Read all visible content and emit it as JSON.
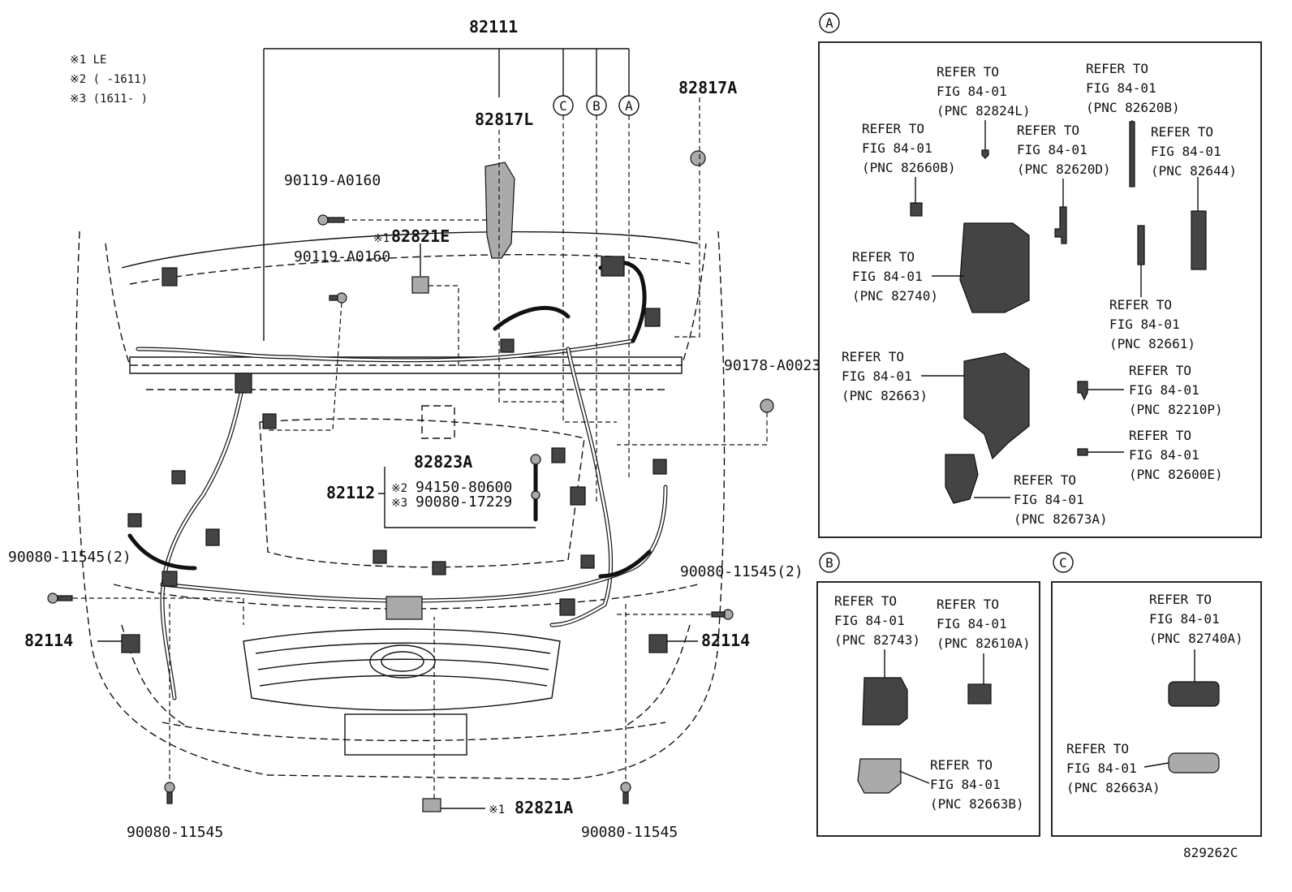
{
  "notes": [
    "※1 LE",
    "※2 (      -1611)",
    "※3 (1611-      )"
  ],
  "main": {
    "callouts": {
      "p82111": "82111",
      "p82817L": "82817L",
      "p82817A": "82817A",
      "p90119a": "90119-A0160",
      "p90119b": "90119-A0160",
      "p82821E_mark": "※1",
      "p82821E": "82821E",
      "p90178": "90178-A0023",
      "p82823A": "82823A",
      "p82112": "82112",
      "p94150_mark": "※2",
      "p94150": "94150-80600",
      "p90080_17229_mark": "※3",
      "p90080_17229": "90080-17229",
      "p90080_11545_l2": "90080-11545(2)",
      "p90080_11545_r2": "90080-11545(2)",
      "p82114_l": "82114",
      "p82114_r": "82114",
      "p90080_11545_bl": "90080-11545",
      "p90080_11545_br": "90080-11545",
      "p82821A_mark": "※1",
      "p82821A": "82821A"
    },
    "letters": [
      "C",
      "B",
      "A"
    ]
  },
  "inset_a": {
    "letter": "A",
    "refs": [
      {
        "line1": "REFER TO",
        "line2": "FIG 84-01",
        "line3": "(PNC 82824L)"
      },
      {
        "line1": "REFER TO",
        "line2": "FIG 84-01",
        "line3": "(PNC 82620B)"
      },
      {
        "line1": "REFER TO",
        "line2": "FIG 84-01",
        "line3": "(PNC 82660B)"
      },
      {
        "line1": "REFER TO",
        "line2": "FIG 84-01",
        "line3": "(PNC 82620D)"
      },
      {
        "line1": "REFER TO",
        "line2": "FIG 84-01",
        "line3": "(PNC 82644)"
      },
      {
        "line1": "REFER TO",
        "line2": "FIG 84-01",
        "line3": "(PNC 82740)"
      },
      {
        "line1": "REFER TO",
        "line2": "FIG 84-01",
        "line3": "(PNC 82661)"
      },
      {
        "line1": "REFER TO",
        "line2": "FIG 84-01",
        "line3": "(PNC 82663)"
      },
      {
        "line1": "REFER TO",
        "line2": "FIG 84-01",
        "line3": "(PNC 82210P)"
      },
      {
        "line1": "REFER TO",
        "line2": "FIG 84-01",
        "line3": "(PNC 82600E)"
      },
      {
        "line1": "REFER TO",
        "line2": "FIG 84-01",
        "line3": "(PNC 82673A)"
      }
    ]
  },
  "inset_b": {
    "letter": "B",
    "refs": [
      {
        "line1": "REFER TO",
        "line2": "FIG 84-01",
        "line3": "(PNC 82743)"
      },
      {
        "line1": "REFER TO",
        "line2": "FIG 84-01",
        "line3": "(PNC 82610A)"
      },
      {
        "line1": "REFER TO",
        "line2": "FIG 84-01",
        "line3": "(PNC 82663B)"
      }
    ]
  },
  "inset_c": {
    "letter": "C",
    "refs": [
      {
        "line1": "REFER TO",
        "line2": "FIG 84-01",
        "line3": "(PNC 82740A)"
      },
      {
        "line1": "REFER TO",
        "line2": "FIG 84-01",
        "line3": "(PNC 82663A)"
      }
    ]
  },
  "figure_id": "829262C"
}
